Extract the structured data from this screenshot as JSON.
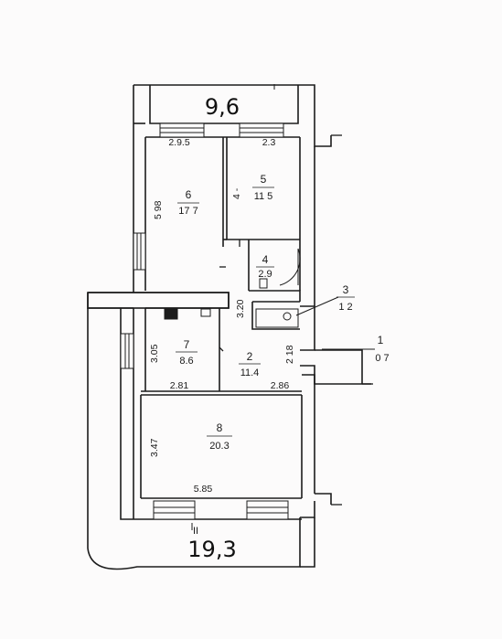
{
  "overall": {
    "top_width": "9,6",
    "bottom_width": "19,3",
    "section_mark": "II"
  },
  "rooms": [
    {
      "id": "1",
      "number": "1",
      "area": "0 7"
    },
    {
      "id": "2",
      "number": "2",
      "area": "11.4"
    },
    {
      "id": "3",
      "number": "3",
      "area": "1 2"
    },
    {
      "id": "4",
      "number": "4",
      "area": "2.9"
    },
    {
      "id": "5",
      "number": "5",
      "area": "11 5"
    },
    {
      "id": "6",
      "number": "6",
      "area": "17 7"
    },
    {
      "id": "7",
      "number": "7",
      "area": "8.6"
    },
    {
      "id": "8",
      "number": "8",
      "area": "20.3"
    }
  ],
  "dimensions": {
    "d_598": "5 98",
    "d_305": "3.05",
    "d_281": "2.81",
    "d_286": "2.86",
    "d_218": "2 18",
    "d_320": "3.20",
    "d_347": "3.47",
    "d_585": "5.85",
    "d_295": "2.9.5",
    "d_23": "2.3",
    "d_41": "4 -"
  }
}
